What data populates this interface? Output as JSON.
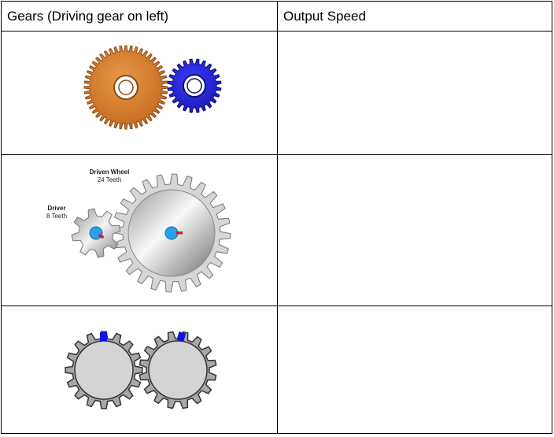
{
  "table": {
    "headers": [
      "Gears (Driving gear on left)",
      "Output Speed"
    ],
    "rows": [
      {
        "gear_colors": {
          "driver": "#d07a2b",
          "driven": "#2323d6"
        },
        "output_speed": ""
      },
      {
        "driven_label": "Driven Wheel",
        "driven_teeth": "24 Teeth",
        "driver_label": "Driver",
        "driver_teeth": "8 Teeth",
        "output_speed": ""
      },
      {
        "marker_color": "#1010e0",
        "output_speed": ""
      }
    ]
  }
}
